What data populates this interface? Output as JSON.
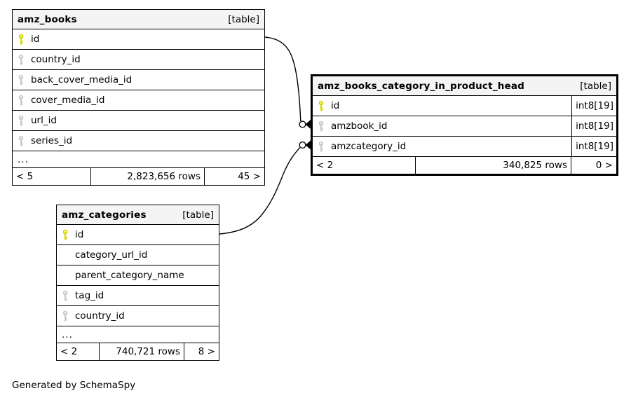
{
  "diagram_note": "Generated by SchemaSpy",
  "colors": {
    "header_bg": "#f4f4f4",
    "border": "#000000",
    "line": "#000000",
    "pk_key": "#d6d600",
    "fk_key": "#c8c8c8"
  },
  "tables": [
    {
      "name": "amz_books",
      "badge": "[table]",
      "columns": [
        {
          "name": "id",
          "key": "primary"
        },
        {
          "name": "country_id",
          "key": "foreign"
        },
        {
          "name": "back_cover_media_id",
          "key": "foreign"
        },
        {
          "name": "cover_media_id",
          "key": "foreign"
        },
        {
          "name": "url_id",
          "key": "foreign"
        },
        {
          "name": "series_id",
          "key": "foreign"
        },
        {
          "name": "...",
          "key": "none"
        }
      ],
      "footer": {
        "left": "< 5",
        "rows": "2,823,656 rows",
        "right": "45 >"
      }
    },
    {
      "name": "amz_books_category_in_product_head",
      "badge": "[table]",
      "columns": [
        {
          "name": "id",
          "key": "primary",
          "type": "int8[19]"
        },
        {
          "name": "amzbook_id",
          "key": "foreign",
          "type": "int8[19]"
        },
        {
          "name": "amzcategory_id",
          "key": "foreign",
          "type": "int8[19]"
        }
      ],
      "footer": {
        "left": "< 2",
        "rows": "340,825 rows",
        "right": "0 >"
      }
    },
    {
      "name": "amz_categories",
      "badge": "[table]",
      "columns": [
        {
          "name": "id",
          "key": "primary"
        },
        {
          "name": "category_url_id",
          "key": "none"
        },
        {
          "name": "parent_category_name",
          "key": "none"
        },
        {
          "name": "tag_id",
          "key": "foreign"
        },
        {
          "name": "country_id",
          "key": "foreign"
        },
        {
          "name": "...",
          "key": "none"
        }
      ],
      "footer": {
        "left": "< 2",
        "rows": "740,721 rows",
        "right": "8 >"
      }
    }
  ],
  "relationships": [
    {
      "from": "amz_books.id",
      "to": "amz_books_category_in_product_head.amzbook_id"
    },
    {
      "from": "amz_categories.id",
      "to": "amz_books_category_in_product_head.amzcategory_id"
    }
  ]
}
